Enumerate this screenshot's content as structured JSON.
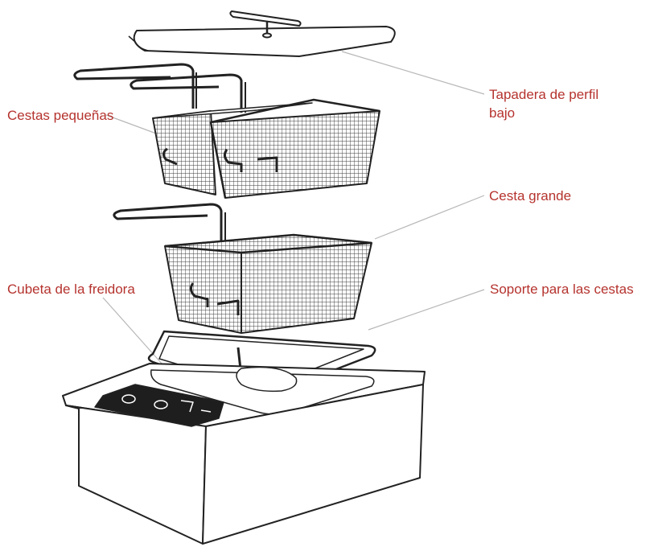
{
  "labels": {
    "lid_line1": "Tapadera de perfil",
    "lid_line2": "bajo",
    "small_baskets": "Cestas pequeñas",
    "large_basket": "Cesta grande",
    "fryer_pan": "Cubeta de la freidora",
    "basket_support": "Soporte para las cestas"
  },
  "colors": {
    "label": "#b5332e",
    "outline": "#222222",
    "leader": "#b8b8b8"
  }
}
